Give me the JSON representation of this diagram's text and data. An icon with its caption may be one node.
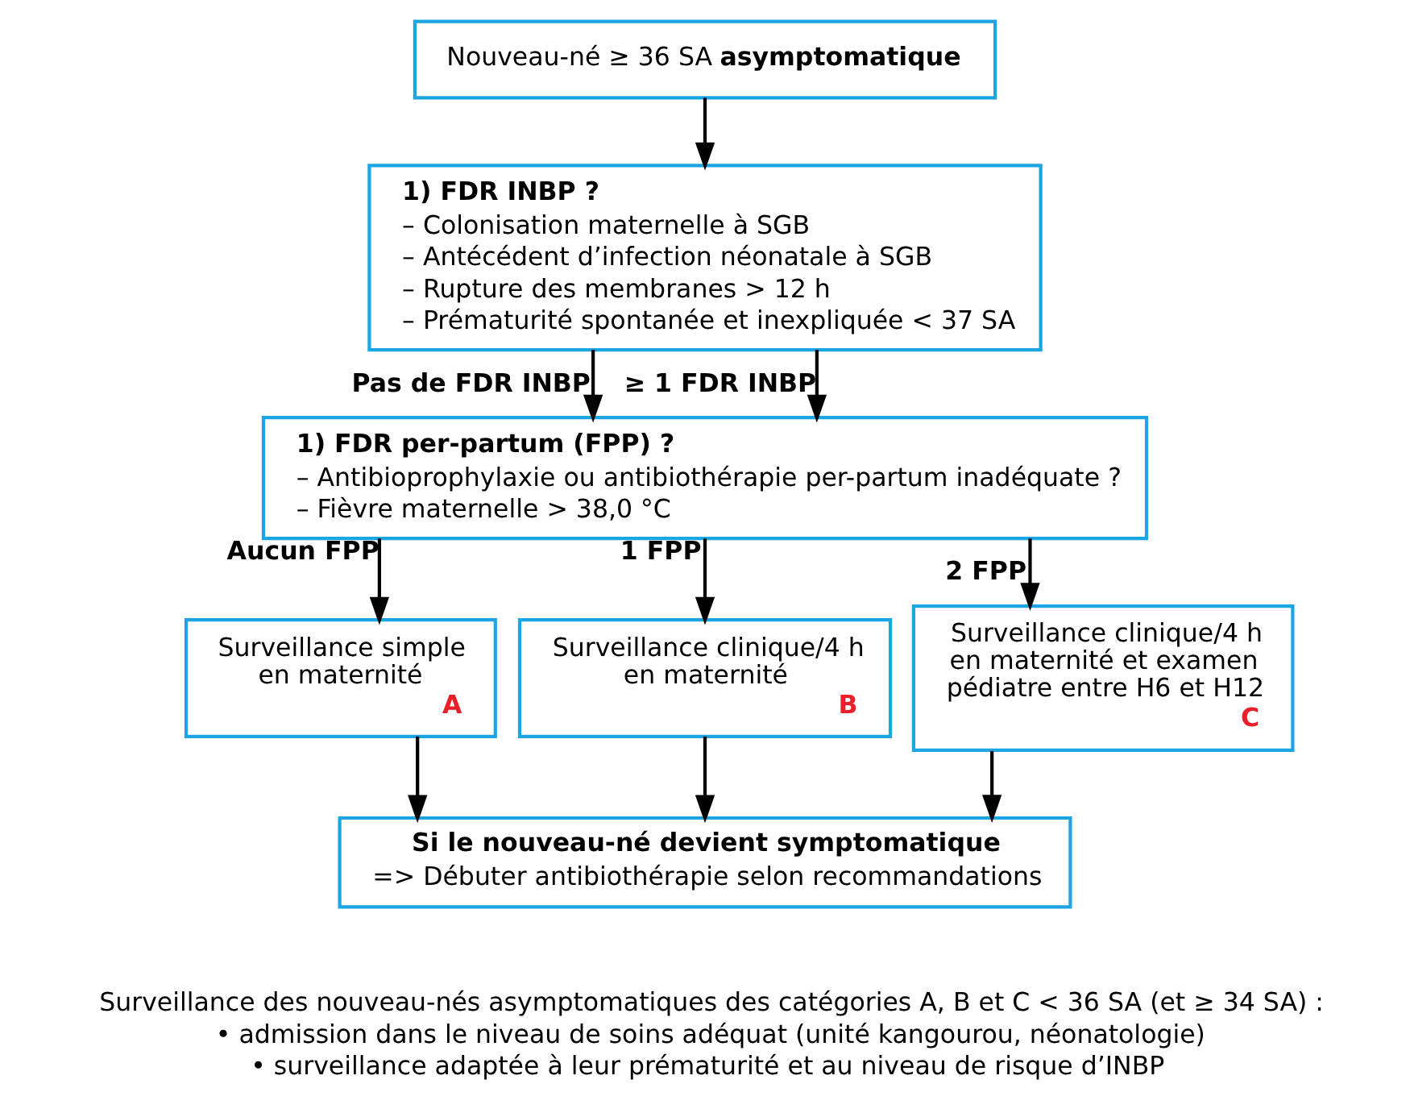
{
  "diagram": {
    "nodes": [
      {
        "text": [
          "Nouveau-né ≥ 36 SA **asymptomatique**"
        ]
      },
      {
        "text": [
          "1) FDR INBP ?",
          "– Colonisation maternelle à SGB",
          "– Antécédent d’infection néonatale à SGB",
          "– Rupture des membranes > 12 h",
          "– Prématurité spontanée et inexpliquée < 37 SA"
        ]
      },
      {
        "text": [
          "1) FDR per-partum (FPP) ?",
          "– Antibioprophylaxie ou antibiothérapie per-partum inadéquate ?",
          "– Fièvre maternelle > 38,0 °C"
        ]
      },
      {
        "text": [
          "Surveillance simple en maternité",
          "A"
        ]
      },
      {
        "text": [
          "Surveillance clinique/4 h en maternité",
          "B"
        ]
      },
      {
        "text": [
          "Surveillance clinique/4 h en maternité et examen pédiatre entre H6 et H12",
          "C"
        ]
      },
      {
        "text": [
          "Si le nouveau-né devient symptomatique",
          "=> Débuter antibiothérapie selon recommandations"
        ]
      }
    ],
    "edges": [
      {
        "from": 0,
        "to": 1,
        "arrow": "to"
      },
      {
        "from": 1,
        "to": 2,
        "arrow": "to",
        "label": "Pas de FDR INBP"
      },
      {
        "from": 1,
        "to": 2,
        "arrow": "to",
        "label": "≥ 1 FDR INBP"
      },
      {
        "from": 2,
        "to": 3,
        "arrow": "to",
        "label": "Aucun FPP"
      },
      {
        "from": 2,
        "to": 4,
        "arrow": "to",
        "label": "1 FPP"
      },
      {
        "from": 2,
        "to": 5,
        "arrow": "to",
        "label": "2 FPP"
      },
      {
        "from": 3,
        "to": 6,
        "arrow": "to"
      },
      {
        "from": 4,
        "to": 6,
        "arrow": "to"
      },
      {
        "from": 5,
        "to": 6,
        "arrow": "to"
      }
    ],
    "labels": [
      "Surveillance des nouveau-nés asymptomatiques des catégories A, B et C < 36 SA (et ≥ 34 SA) :",
      "• admission dans le niveau de soins adéquat (unité kangourou, néonatologie)",
      "• surveillance adaptée à leur prématurité et au niveau de risque d’INBP"
    ]
  }
}
